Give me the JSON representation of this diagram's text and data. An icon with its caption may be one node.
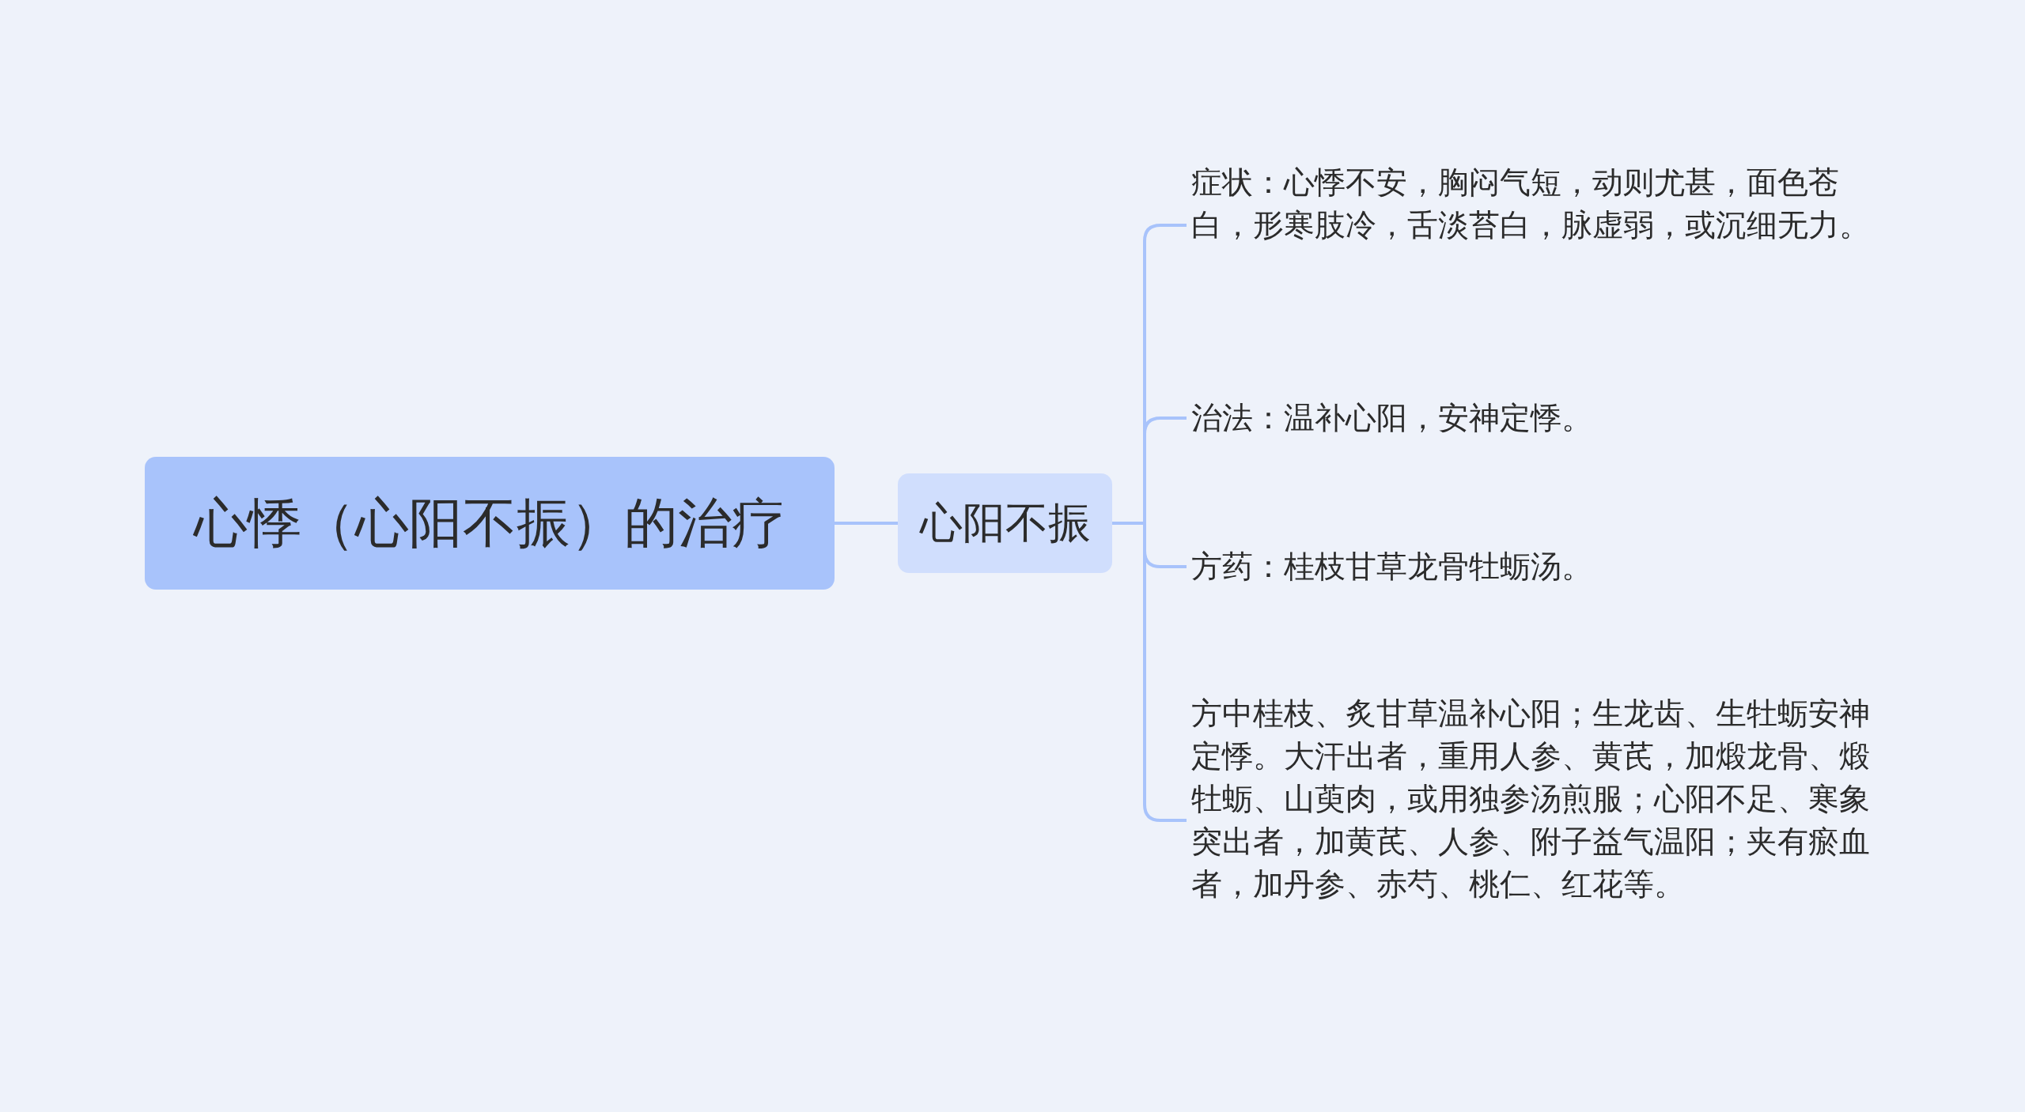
{
  "diagram": {
    "nodes": [
      {
        "text": [
          "心悸（心阳不振）的治疗"
        ]
      },
      {
        "text": [
          "心阳不振"
        ]
      },
      {
        "text": [
          "症状：心悸不安，胸闷气短，动则尤甚，面色苍白，形寒肢冷，舌淡苔白，脉虚弱，或沉细无力。"
        ]
      },
      {
        "text": [
          "治法：温补心阳，安神定悸。"
        ]
      },
      {
        "text": [
          "方药：桂枝甘草龙骨牡蛎汤。"
        ]
      },
      {
        "text": [
          "方中桂枝、炙甘草温补心阳；生龙齿、生牡蛎安神定悸。大汗出者，重用人参、黄芪，加煅龙骨、煅牡蛎、山萸肉，或用独参汤煎服；心阳不足、寒象突出者，加黄芪、人参、附子益气温阳；夹有瘀血者，加丹参、赤芍、桃仁、红花等。"
        ]
      }
    ],
    "edges": [
      {
        "from": 0,
        "to": 1,
        "arrow": "none"
      },
      {
        "from": 1,
        "to": 2,
        "arrow": "none"
      },
      {
        "from": 1,
        "to": 3,
        "arrow": "none"
      },
      {
        "from": 1,
        "to": 4,
        "arrow": "none"
      },
      {
        "from": 1,
        "to": 5,
        "arrow": "none"
      }
    ]
  }
}
